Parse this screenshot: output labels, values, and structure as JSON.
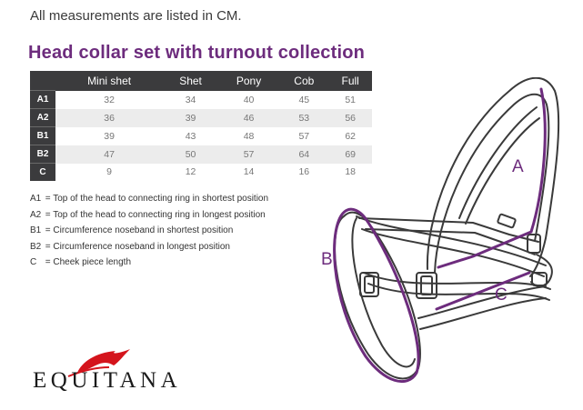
{
  "intro": "All measurements are listed in CM.",
  "heading": "Head collar set with turnout collection",
  "table": {
    "columns": [
      "Mini shet",
      "Shet",
      "Pony",
      "Cob",
      "Full"
    ],
    "rows": [
      {
        "key": "A1",
        "values": [
          "32",
          "34",
          "40",
          "45",
          "51"
        ]
      },
      {
        "key": "A2",
        "values": [
          "36",
          "39",
          "46",
          "53",
          "56"
        ]
      },
      {
        "key": "B1",
        "values": [
          "39",
          "43",
          "48",
          "57",
          "62"
        ]
      },
      {
        "key": "B2",
        "values": [
          "47",
          "50",
          "57",
          "64",
          "69"
        ]
      },
      {
        "key": "C",
        "values": [
          "9",
          "12",
          "14",
          "16",
          "18"
        ]
      }
    ]
  },
  "legend": [
    {
      "key": "A1",
      "text": "= Top of the head to connecting ring in shortest position"
    },
    {
      "key": "A2",
      "text": "= Top of the head to connecting ring in longest position"
    },
    {
      "key": "B1",
      "text": "= Circumference noseband in shortest position"
    },
    {
      "key": "B2",
      "text": "= Circumference noseband in longest position"
    },
    {
      "key": "C",
      "text": "= Cheek piece length"
    }
  ],
  "figure": {
    "label_a": "A",
    "label_b": "B",
    "label_c": "C",
    "accent_color": "#6d2c7d",
    "outline_color": "#3a3a3a"
  },
  "brand": {
    "name": "EQUITANA",
    "logo_color": "#d4141c"
  }
}
